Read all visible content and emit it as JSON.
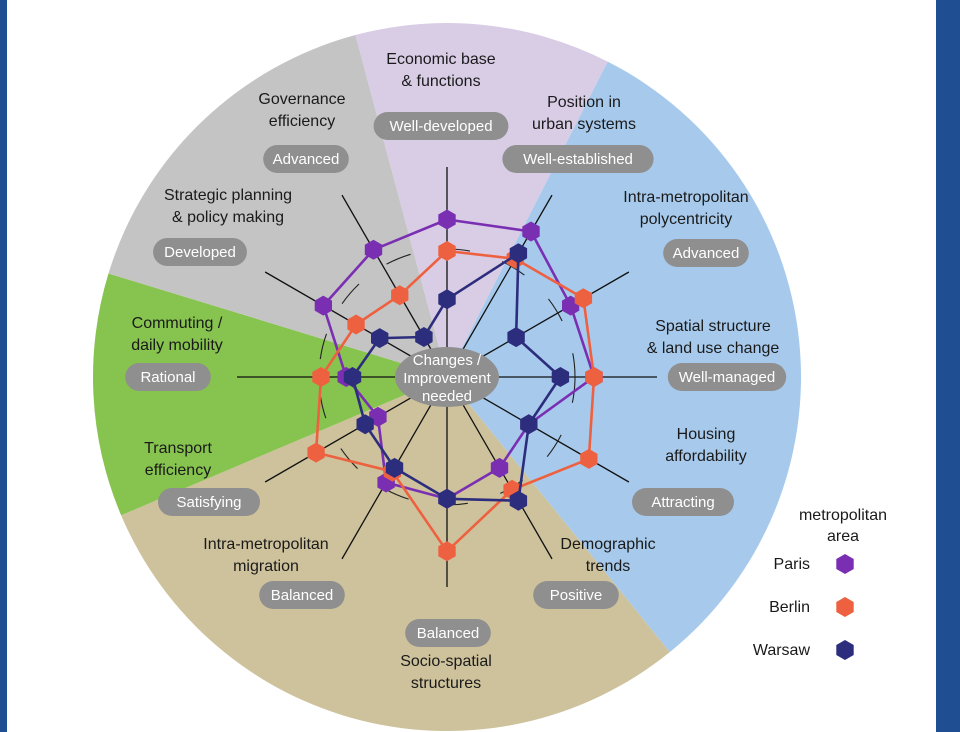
{
  "colors": {
    "frame_blue": "#1f4e93",
    "sector_purple": "#d9cde6",
    "sector_blue": "#a7caec",
    "sector_tan": "#cec29c",
    "sector_green": "#87c34f",
    "sector_gray": "#c4c4c4",
    "pill": "#8f8f8f",
    "paris": "#7a2fb3",
    "berlin": "#ee6140",
    "warsaw": "#2c2d7c"
  },
  "center": {
    "line1": "Changes /",
    "line2": "Improvement",
    "line3": "needed"
  },
  "axes": [
    {
      "label": [
        "Economic base",
        "& functions"
      ],
      "level": "Well-developed"
    },
    {
      "label": [
        "Position in",
        "urban systems"
      ],
      "level": "Well-established"
    },
    {
      "label": [
        "Intra-metropolitan",
        "polycentricity"
      ],
      "level": "Advanced"
    },
    {
      "label": [
        "Spatial structure",
        "& land use change"
      ],
      "level": "Well-managed"
    },
    {
      "label": [
        "Housing",
        "affordability"
      ],
      "level": "Attracting"
    },
    {
      "label": [
        "Demographic",
        "trends"
      ],
      "level": "Positive"
    },
    {
      "label": [
        "Socio-spatial",
        "structures"
      ],
      "level": "Balanced"
    },
    {
      "label": [
        "Intra-metropolitan",
        "migration"
      ],
      "level": "Balanced"
    },
    {
      "label": [
        "Transport",
        "efficiency"
      ],
      "level": "Satisfying"
    },
    {
      "label": [
        "Commuting /",
        "daily mobility"
      ],
      "level": "Rational"
    },
    {
      "label": [
        "Strategic planning",
        "& policy making"
      ],
      "level": "Developed"
    },
    {
      "label": [
        "Governance",
        "efficiency"
      ],
      "level": "Advanced"
    }
  ],
  "legend": {
    "title_line1": "metropolitan",
    "title_line2": "area",
    "items": [
      {
        "name": "Paris",
        "color": "#7a2fb3"
      },
      {
        "name": "Berlin",
        "color": "#ee6140"
      },
      {
        "name": "Warsaw",
        "color": "#2c2d7c"
      }
    ]
  },
  "series": [
    {
      "name": "Paris",
      "color": "#7a2fb3",
      "values": [
        0.75,
        0.8,
        0.68,
        0.7,
        0.45,
        0.5,
        0.58,
        0.58,
        0.38,
        0.48,
        0.68,
        0.7
      ]
    },
    {
      "name": "Berlin",
      "color": "#ee6140",
      "values": [
        0.6,
        0.65,
        0.75,
        0.7,
        0.78,
        0.62,
        0.83,
        0.52,
        0.72,
        0.6,
        0.5,
        0.45
      ]
    },
    {
      "name": "Warsaw",
      "color": "#2c2d7c",
      "values": [
        0.37,
        0.68,
        0.38,
        0.54,
        0.45,
        0.68,
        0.58,
        0.5,
        0.45,
        0.45,
        0.37,
        0.22
      ]
    }
  ]
}
